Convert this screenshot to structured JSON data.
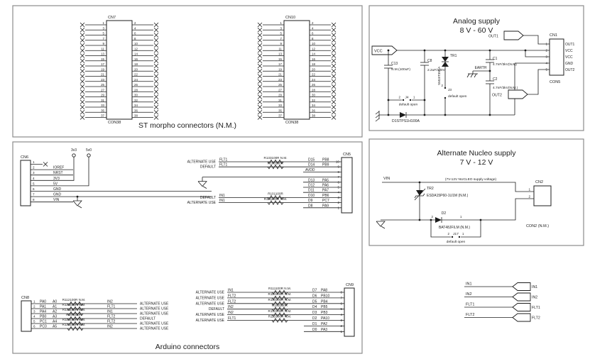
{
  "colors": {
    "line": "#1c1c1c",
    "box_border": "#8c8c8c",
    "background": "#ffffff"
  },
  "sections": {
    "morpho": {
      "title": "ST morpho connectors (N.M.)",
      "connectors": [
        {
          "ref": "CN7",
          "footprint": "CON38",
          "left_pins": [
            "1",
            "3",
            "5",
            "7",
            "9",
            "11",
            "13",
            "15",
            "17",
            "19",
            "21",
            "23",
            "25",
            "27",
            "29",
            "31",
            "33",
            "35",
            "37"
          ],
          "right_pins": [
            "2",
            "4",
            "6",
            "8",
            "10",
            "12",
            "14",
            "16",
            "18",
            "20",
            "22",
            "24",
            "26",
            "28",
            "30",
            "32",
            "34",
            "36",
            "38"
          ]
        },
        {
          "ref": "CN10",
          "footprint": "CON38",
          "left_pins": [
            "1",
            "3",
            "5",
            "7",
            "9",
            "11",
            "13",
            "15",
            "17",
            "19",
            "21",
            "23",
            "25",
            "27",
            "29",
            "31",
            "33",
            "35",
            "37"
          ],
          "right_pins": [
            "2",
            "4",
            "6",
            "8",
            "10",
            "12",
            "14",
            "16",
            "18",
            "20",
            "22",
            "24",
            "26",
            "28",
            "30",
            "32",
            "34",
            "36",
            "38"
          ]
        }
      ]
    },
    "analog_supply": {
      "title": "Analog supply",
      "subtitle": "8 V - 60 V",
      "vcc_flag": "VCC",
      "out1_flag": "OUT1",
      "out2_flag": "OUT2",
      "earth_label": "EARTH",
      "c13": {
        "ref": "C13",
        "value": "N.M.(100uF)"
      },
      "c8": {
        "ref": "C8",
        "value": "2.2uF/100V"
      },
      "tr1": {
        "ref": "TR1",
        "value": "SM15T35CA"
      },
      "j4": {
        "ref": "J4",
        "pin_a": "2",
        "pin_b": "1",
        "note": "default open"
      },
      "j3": {
        "ref": "J3",
        "pin": "2",
        "note": "default open"
      },
      "d1": {
        "label": "D1STPS1H100A"
      },
      "c1": {
        "ref": "C1",
        "value": "4.7nF/3kV(N.M)"
      },
      "c2": {
        "ref": "C2",
        "value": "4.7nF/3kV(N.M.)"
      },
      "cn1": {
        "ref": "CN1",
        "footprint": "CON5",
        "pins": [
          {
            "n": "1",
            "label": "OUT1"
          },
          {
            "n": "2",
            "label": "VCC"
          },
          {
            "n": "3",
            "label": "VCC"
          },
          {
            "n": "4",
            "label": "GND"
          },
          {
            "n": "5",
            "label": "OUT2"
          }
        ]
      }
    },
    "nucleo_supply": {
      "title": "Alternate Nucleo supply",
      "subtitle": "7 V - 12 V",
      "vin_label": "VIN",
      "note": "(7V-12V NUCLEO supply voltage)",
      "tr2": {
        "ref": "TR2",
        "value": "ESDA15P60-1U1M (N.M.)"
      },
      "d2": {
        "ref": "D2",
        "value": "BAT48JFILM (N.M.)",
        "pin_a": "2",
        "pin_b": "1"
      },
      "j17": {
        "ref": "J17",
        "pin_a": "2",
        "pin_b": "1",
        "note": "default open"
      },
      "cn2": {
        "ref": "CN2",
        "footprint": "CON2 (N.M.)",
        "pins": [
          "1",
          "2"
        ]
      }
    },
    "arduino": {
      "title": "Arduino connectors",
      "rails": [
        "3v3",
        "5v0"
      ],
      "cn6": {
        "ref": "CN6",
        "pins": [
          {
            "n": "1",
            "label": "",
            "nc": true
          },
          {
            "n": "2",
            "label": "IOREF"
          },
          {
            "n": "3",
            "label": "NRST"
          },
          {
            "n": "4",
            "label": "3V3",
            "rail": 0
          },
          {
            "n": "5",
            "label": "5V",
            "rail": 1
          },
          {
            "n": "6",
            "label": "GND",
            "long": true
          },
          {
            "n": "7",
            "label": "GND",
            "long": true,
            "gnd": true
          },
          {
            "n": "8",
            "label": "VIN"
          }
        ]
      },
      "cn5": {
        "ref": "CN5",
        "rows": [
          {
            "pin": "10",
            "use": "ALTERNATE USE",
            "signal": "FLT1",
            "res": "R133100R N.M.",
            "d": "D15",
            "port": "PB8"
          },
          {
            "pin": "9",
            "use": "DEFAULT",
            "signal": "FLT1",
            "res": "R103100R",
            "d": "D14",
            "port": "PB9"
          },
          {
            "pin": "8",
            "port": "AVDD",
            "short": true
          },
          {
            "pin": "7",
            "gnd": true
          },
          {
            "pin": "6",
            "d": "D13",
            "port": "PA5"
          },
          {
            "pin": "5",
            "d": "D12",
            "port": "PA6"
          },
          {
            "pin": "4",
            "d": "D11",
            "port": "PA7"
          },
          {
            "pin": "3",
            "use": "DEFAULT",
            "signal": "IN1",
            "res": "R101100R",
            "d": "D10",
            "port": "PB6"
          },
          {
            "pin": "2",
            "use": "ALTERNATE USE",
            "signal": "IN1",
            "res": "R121100R N.M.",
            "d": "D9",
            "port": "PC7"
          },
          {
            "pin": "1",
            "d": "D8",
            "port": "PA9"
          }
        ]
      },
      "cn8": {
        "ref": "CN8",
        "rows": [
          {
            "pin": "1",
            "port": "PA0",
            "a": "A0",
            "res": "R112100R N.M.",
            "signal": "IN2",
            "use": "ALTERNATE USE"
          },
          {
            "pin": "2",
            "port": "PA1",
            "a": "A1",
            "res": "R123100R N.M.",
            "signal": "FLT1",
            "use": "ALTERNATE USE"
          },
          {
            "pin": "3",
            "port": "PA4",
            "a": "A2",
            "res": "R131100R N.M.",
            "signal": "IN1",
            "use": "ALTERNATE USE"
          },
          {
            "pin": "4",
            "port": "PB0",
            "a": "A3",
            "res": "R104100R",
            "signal": "FLT2",
            "use": "DEFAULT"
          },
          {
            "pin": "5",
            "port": "PC1",
            "a": "A4",
            "res": "R114100R N.M.",
            "signal": "FLT2",
            "use": "ALTERNATE USE"
          },
          {
            "pin": "6",
            "port": "PC0",
            "a": "A5",
            "res": "R122100R N.M.",
            "signal": "IN2",
            "use": "ALTERNATE USE"
          }
        ]
      },
      "cn9": {
        "ref": "CN9",
        "rows": [
          {
            "pin": "8",
            "use": "ALTERNATE USE",
            "signal": "IN1",
            "res": "R111100R N.M.",
            "d": "D7",
            "port": "PA8"
          },
          {
            "pin": "7",
            "use": "ALTERNATE USE",
            "signal": "FLT2",
            "res": "R124100R N.M.",
            "d": "D6",
            "port": "PB10"
          },
          {
            "pin": "6",
            "use": "ALTERNATE USE",
            "signal": "FLT2",
            "res": "R134100R N.M.",
            "d": "D5",
            "port": "PB4"
          },
          {
            "pin": "5",
            "use": "DEFAULT",
            "signal": "IN2",
            "res": "R102100R",
            "d": "D4",
            "port": "PB5"
          },
          {
            "pin": "4",
            "use": "ALTERNATE USE",
            "signal": "IN2",
            "res": "R132100R N.M.",
            "d": "D3",
            "port": "PB3"
          },
          {
            "pin": "3",
            "use": "ALTERNATE USE",
            "signal": "FLT1",
            "res": "R113100R N.M.",
            "d": "D2",
            "port": "PA10"
          },
          {
            "pin": "2",
            "d": "D1",
            "port": "PA2"
          },
          {
            "pin": "1",
            "d": "D0",
            "port": "PA3"
          }
        ]
      }
    },
    "io_flags": [
      {
        "net": "IN1",
        "tag": "IN1"
      },
      {
        "net": "IN2",
        "tag": "IN2"
      },
      {
        "net": "FLT1",
        "tag": "FLT1"
      },
      {
        "net": "FLT2",
        "tag": "FLT2"
      }
    ]
  }
}
